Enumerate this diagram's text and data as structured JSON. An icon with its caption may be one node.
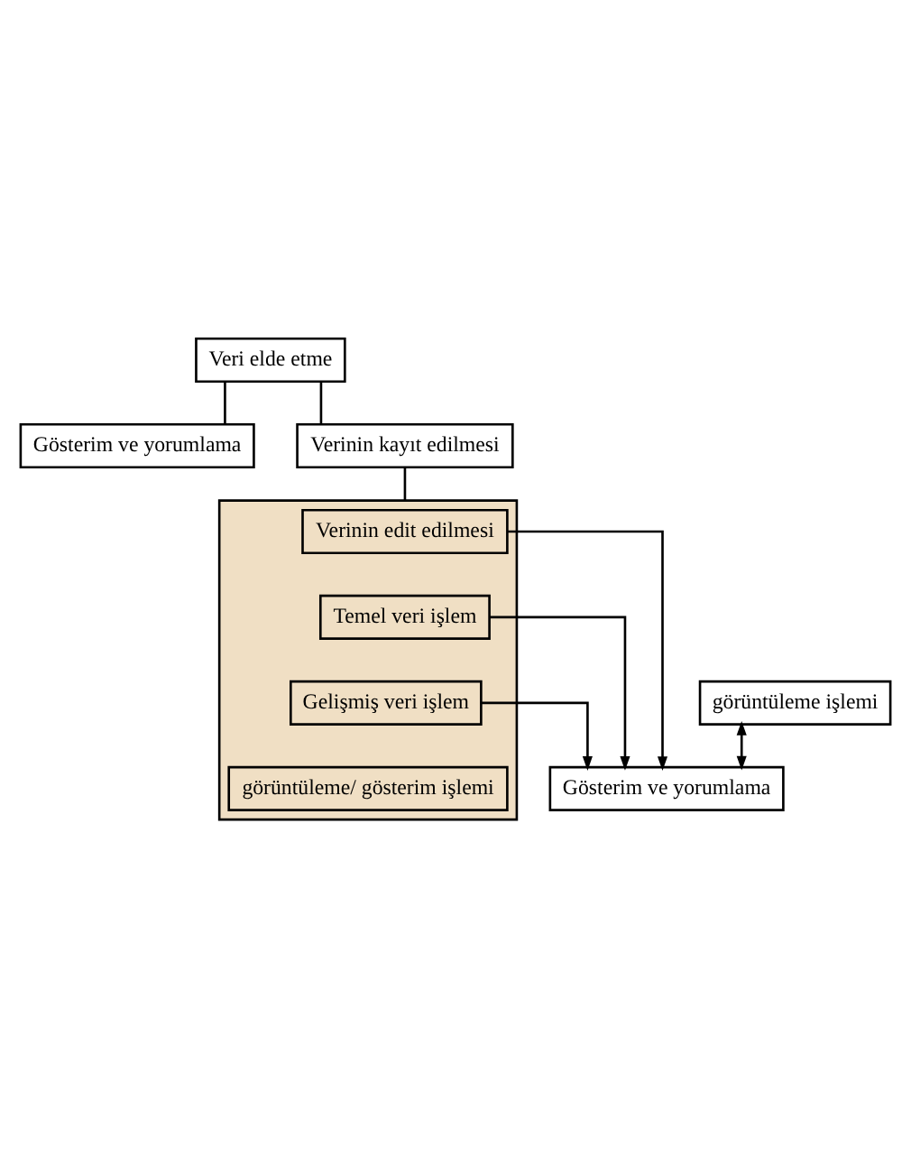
{
  "diagram": {
    "nodes": [
      {
        "text": [
          "Veri elde etme"
        ]
      },
      {
        "text": [
          "Gösterim ve yorumlama"
        ]
      },
      {
        "text": [
          "Verinin kayıt edilmesi"
        ]
      },
      {
        "text": [],
        "shape": "box"
      },
      {
        "text": [
          "Verinin edit edilmesi"
        ],
        "in": 3
      },
      {
        "text": [
          "Temel veri işlem"
        ],
        "in": 3
      },
      {
        "text": [
          "Gelişmiş veri işlem"
        ],
        "in": 3
      },
      {
        "text": [
          "görüntüleme/ gösterim işlemi"
        ],
        "in": 3
      },
      {
        "text": [
          "Gösterim ve yorumlama"
        ]
      },
      {
        "text": [
          "görüntüleme işlemi"
        ]
      }
    ],
    "edges": [
      {
        "from": 0,
        "to": 1,
        "arrow": "none"
      },
      {
        "from": 0,
        "to": 2,
        "arrow": "none"
      },
      {
        "from": 2,
        "to": 3,
        "arrow": "none"
      },
      {
        "from": 4,
        "to": 8,
        "arrow": "to"
      },
      {
        "from": 5,
        "to": 8,
        "arrow": "to"
      },
      {
        "from": 6,
        "to": 8,
        "arrow": "to"
      },
      {
        "from": 9,
        "to": 8,
        "arrow": "both"
      }
    ]
  }
}
